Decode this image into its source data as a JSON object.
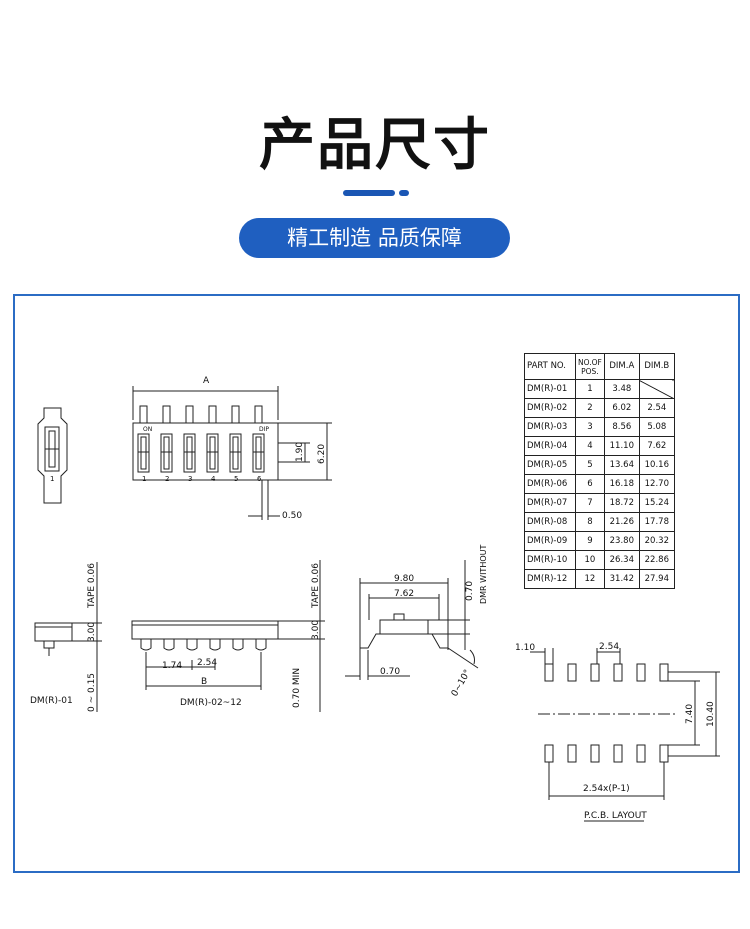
{
  "header": {
    "title": "产品尺寸",
    "subtitle": "精工制造 品质保障",
    "accent_color": "#1f5fc0"
  },
  "table": {
    "headers": [
      "PART NO.",
      "NO.OF POS.",
      "DIM.A",
      "DIM.B"
    ],
    "rows": [
      [
        "DM(R)-01",
        "1",
        "3.48",
        ""
      ],
      [
        "DM(R)-02",
        "2",
        "6.02",
        "2.54"
      ],
      [
        "DM(R)-03",
        "3",
        "8.56",
        "5.08"
      ],
      [
        "DM(R)-04",
        "4",
        "11.10",
        "7.62"
      ],
      [
        "DM(R)-05",
        "5",
        "13.64",
        "10.16"
      ],
      [
        "DM(R)-06",
        "6",
        "16.18",
        "12.70"
      ],
      [
        "DM(R)-07",
        "7",
        "18.72",
        "15.24"
      ],
      [
        "DM(R)-08",
        "8",
        "21.26",
        "17.78"
      ],
      [
        "DM(R)-09",
        "9",
        "23.80",
        "20.32"
      ],
      [
        "DM(R)-10",
        "10",
        "26.34",
        "22.86"
      ],
      [
        "DM(R)-12",
        "12",
        "31.42",
        "27.94"
      ]
    ]
  },
  "drawing": {
    "top_view": {
      "dim_a": "A",
      "on": "ON",
      "dip": "DIP",
      "pins": [
        "1",
        "2",
        "3",
        "4",
        "5",
        "6"
      ],
      "dim_1_90": "1.90",
      "dim_6_20": "6.20",
      "dim_0_50": "0.50",
      "single_pin": "1"
    },
    "side_views": {
      "tape_left": "TAPE 0.06",
      "tape_right": "TAPE 0.06",
      "dim_3_00_left": "3.00",
      "dim_3_00_right": "3.00",
      "dim_0_015": "0 ~ 0.15",
      "dim_0_70_min": "0.70 MIN",
      "dim_1_74": "1.74",
      "dim_2_54": "2.54",
      "dim_b": "B",
      "label_01": "DM(R)-01",
      "label_02_12": "DM(R)-02~12"
    },
    "end_view": {
      "dim_9_80": "9.80",
      "dim_7_62": "7.62",
      "dim_0_70_top": "0.70",
      "dmr_without": "DMR WITHOUT",
      "dim_0_70_bottom": "0.70",
      "angle": "0~10°"
    },
    "pcb": {
      "dim_1_10": "1.10",
      "dim_2_54": "2.54",
      "dim_7_40": "7.40",
      "dim_10_40": "10.40",
      "pitch": "2.54x(P-1)",
      "title": "P.C.B. LAYOUT"
    }
  }
}
